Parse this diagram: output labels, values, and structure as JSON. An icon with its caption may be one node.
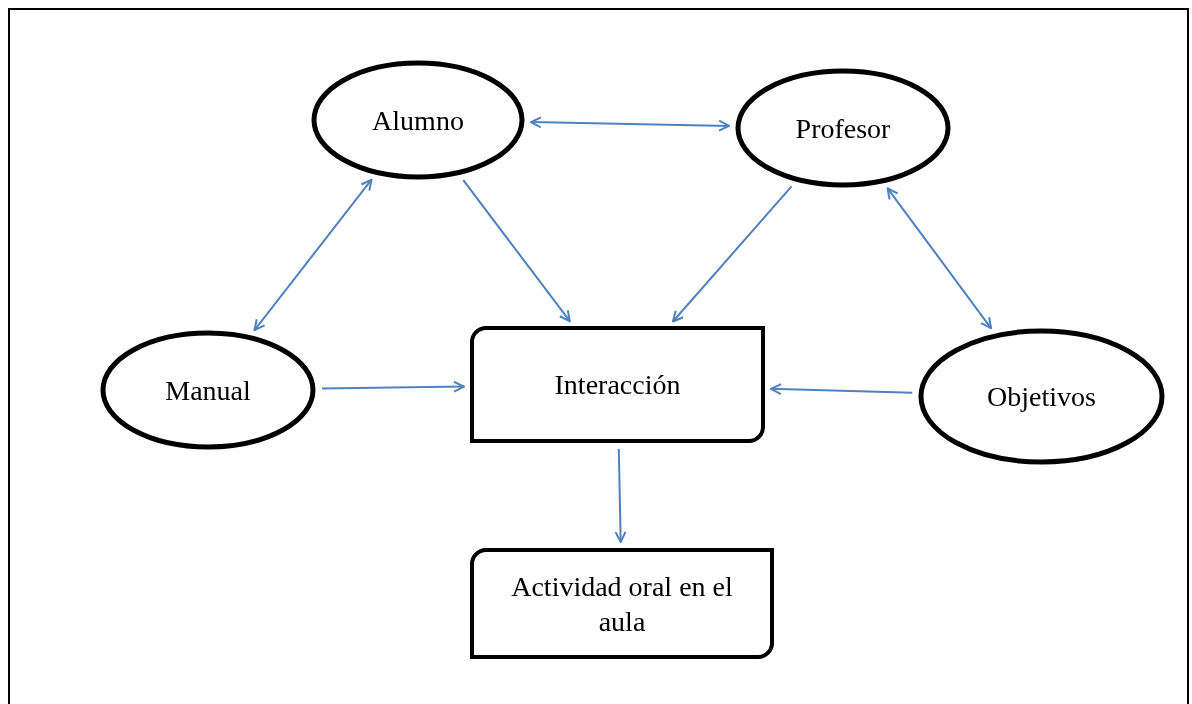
{
  "diagram": {
    "nodes": [
      {
        "text": [
          "Alumno"
        ]
      },
      {
        "text": [
          "Profesor"
        ]
      },
      {
        "text": [
          "Manual"
        ]
      },
      {
        "text": [
          "Interacción"
        ]
      },
      {
        "text": [
          "Objetivos"
        ]
      },
      {
        "text": [
          "Actividad oral en el aula"
        ]
      }
    ],
    "edges": [
      {
        "from": 0,
        "to": 1,
        "arrow": "both"
      },
      {
        "from": 0,
        "to": 2,
        "arrow": "both"
      },
      {
        "from": 0,
        "to": 3,
        "arrow": "to"
      },
      {
        "from": 1,
        "to": 3,
        "arrow": "to"
      },
      {
        "from": 1,
        "to": 4,
        "arrow": "both"
      },
      {
        "from": 2,
        "to": 3,
        "arrow": "to"
      },
      {
        "from": 4,
        "to": 3,
        "arrow": "to"
      },
      {
        "from": 3,
        "to": 5,
        "arrow": "to"
      }
    ]
  }
}
